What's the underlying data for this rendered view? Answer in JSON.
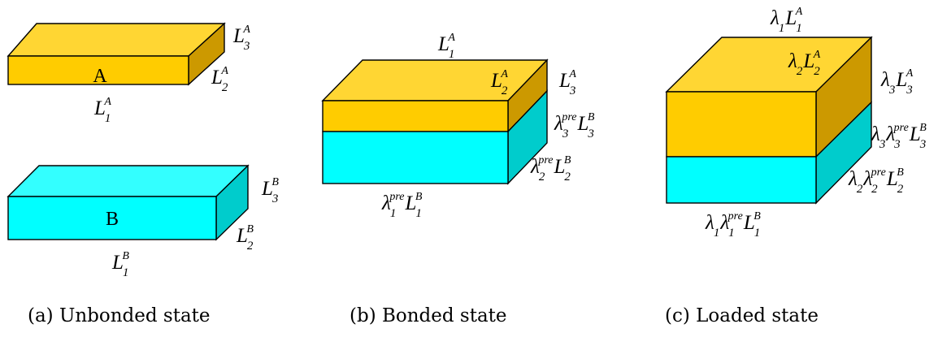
{
  "colors": {
    "material_a_front": "#FFCC00",
    "material_a_top": "#FFD633",
    "material_a_side": "#CC9900",
    "material_b_front": "#00FFFF",
    "material_b_top": "#33FFFF",
    "material_b_side": "#00CCCC"
  },
  "panel_a": {
    "caption": "(a) Unbonded state",
    "block_a": {
      "name": "A",
      "length_label": {
        "base": "L",
        "sub": "1",
        "sup": "A"
      },
      "width_label": {
        "base": "L",
        "sub": "2",
        "sup": "A"
      },
      "height_label": {
        "base": "L",
        "sub": "3",
        "sup": "A"
      }
    },
    "block_b": {
      "name": "B",
      "length_label": {
        "base": "L",
        "sub": "1",
        "sup": "B"
      },
      "width_label": {
        "base": "L",
        "sub": "2",
        "sup": "B"
      },
      "height_label": {
        "base": "L",
        "sub": "3",
        "sup": "B"
      }
    }
  },
  "panel_b": {
    "caption": "(b) Bonded state",
    "top_length_label": {
      "base": "L",
      "sub": "1",
      "sup": "A"
    },
    "top_width_label": {
      "base": "L",
      "sub": "2",
      "sup": "A"
    },
    "top_height_label": {
      "base": "L",
      "sub": "3",
      "sup": "A"
    },
    "bottom_height_label": {
      "stretch": "λ",
      "stretch_sub": "3",
      "stretch_sup": "pre",
      "base": "L",
      "sub": "3",
      "sup": "B"
    },
    "bottom_width_label": {
      "stretch": "λ",
      "stretch_sub": "2",
      "stretch_sup": "pre",
      "base": "L",
      "sub": "2",
      "sup": "B"
    },
    "bottom_length_label": {
      "stretch": "λ",
      "stretch_sub": "1",
      "stretch_sup": "pre",
      "base": "L",
      "sub": "1",
      "sup": "B"
    }
  },
  "panel_c": {
    "caption": "(c) Loaded state",
    "top_length_label": {
      "load": "λ",
      "load_sub": "1",
      "base": "L",
      "sub": "1",
      "sup": "A"
    },
    "top_width_label": {
      "load": "λ",
      "load_sub": "2",
      "base": "L",
      "sub": "2",
      "sup": "A"
    },
    "top_height_label": {
      "load": "λ",
      "load_sub": "3",
      "base": "L",
      "sub": "3",
      "sup": "A"
    },
    "bottom_height_label": {
      "load": "λ",
      "load_sub": "3",
      "stretch": "λ",
      "stretch_sub": "3",
      "stretch_sup": "pre",
      "base": "L",
      "sub": "3",
      "sup": "B"
    },
    "bottom_width_label": {
      "load": "λ",
      "load_sub": "2",
      "stretch": "λ",
      "stretch_sub": "2",
      "stretch_sup": "pre",
      "base": "L",
      "sub": "2",
      "sup": "B"
    },
    "bottom_length_label": {
      "load": "λ",
      "load_sub": "1",
      "stretch": "λ",
      "stretch_sub": "1",
      "stretch_sup": "pre",
      "base": "L",
      "sub": "1",
      "sup": "B"
    }
  }
}
